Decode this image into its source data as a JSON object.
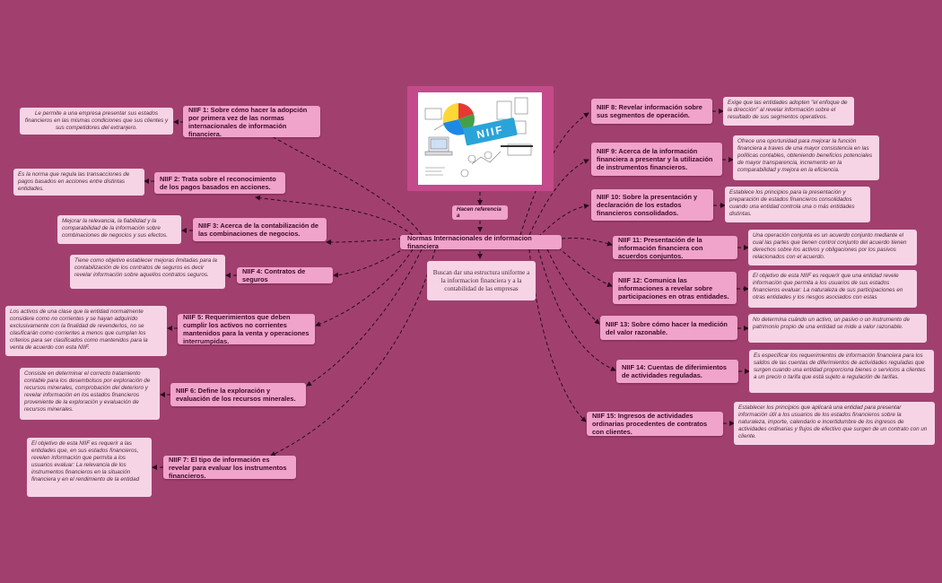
{
  "central": {
    "title": "Normas Internacionales de informacion financiera",
    "purpose": "Buscan dar una estructura uniforme a la informacion financiera y a la contabilidad de las empresas",
    "reference_label": "Hacen referencia a",
    "image": {
      "badge_text": "NIIF"
    }
  },
  "branches_left": [
    {
      "title": "NIIF 1: Sobre cómo hacer la adopción por primera vez de las normas internacionales de información financiera.",
      "note": "Le permite a una empresa presentar sus estados financieros en las mismas condiciones que sus clientes y sus competidores del extranjero."
    },
    {
      "title": "NIIF 2: Trata sobre el reconocimiento de los pagos basados en acciones.",
      "note": "Es la norma que regula las transacciones de pagos basados en acciones entre distintas entidades."
    },
    {
      "title": "NIIF 3: Acerca de la contabilización de las combinaciones de negocios.",
      "note": "Mejorar la relevancia, la fiabilidad y la comparabilidad de la información sobre combinaciones de negocios y sus efectos."
    },
    {
      "title": "NIIF 4: Contratos de seguros",
      "note": "Tiene como objetivo establecer mejoras limitadas para la contabilización de los contratos de seguros es decir revelar información sobre aquellos contratos seguros."
    },
    {
      "title": "NIIF 5: Requerimientos que deben cumplir los activos no corrientes mantenidos para la venta y operaciones interrumpidas.",
      "note": "Los activos de una clase que la entidad normalmente considere como no corrientes y se hayan adquirido exclusivamente con la finalidad de revenderlos, no se clasificarán como corrientes a menos que cumplan los criterios para ser clasificados como mantenidos para la venta de acuerdo con esta NIIF."
    },
    {
      "title": "NIIF 6: Define la exploración y evaluación de los recursos minerales.",
      "note": "Consiste en determinar el correcto tratamiento contable para los desembolsos por exploración de recursos minerales, comprobación del deterioro y revelar información en los estados financieros proveniente de la exploración y evaluación de recursos minerales."
    },
    {
      "title": "NIIF 7: El tipo de información es revelar para evaluar los instrumentos financieros.",
      "note": "El objetivo de esta NIIF es requerir a las entidades que, en sus estados financieros, revelen información que permita a los usuarios evaluar: La relevancia de los instrumentos financieros en la situación financiera y en el rendimiento de la entidad"
    }
  ],
  "branches_right": [
    {
      "title": "NIIF 8: Revelar información sobre sus segmentos de operación.",
      "note": "Exige que las entidades adopten \"el enfoque de la dirección\" al revelar información sobre el resultado de sus segmentos operativos."
    },
    {
      "title": "NIIF 9: Acerca de la información financiera a presentar y la utilización de instrumentos financieros.",
      "note": "Ofrece una oportunidad para mejorar la función financiera a traves de una mayor consistencia en las políticas contables, obteniendo beneficios potenciales de mayor transparencia, incremento en la comparabilidad y mejora en la eficiencia."
    },
    {
      "title": "NIIF 10: Sobre la presentación y declaración de los estados financieros consolidados.",
      "note": "Establece los principios para la presentación y preparación de estados financieros consolidados cuando una entidad controla una o más entidades distintas."
    },
    {
      "title": "NIIF 11: Presentación de la información financiera con acuerdos conjuntos.",
      "note": "Una operación conjunta es un acuerdo conjunto mediante el cual las partes que tienen control conjunto del acuerdo tienen derechos sobre los activos y obligaciones por los pasivos relacionados con el acuerdo."
    },
    {
      "title": "NIIF 12: Comunica las informaciones a revelar sobre participaciones en otras entidades.",
      "note": "El objetivo de esta NIIF es requerir que una entidad revele información que permita a los usuarios de sus estados financieros evaluar: La naturaleza de sus participaciones en otras entidades y los riesgos asociados con estas"
    },
    {
      "title": "NIIF 13: Sobre cómo hacer la medición del valor razonable.",
      "note": "No determina cuándo un activo, un pasivo o un instrumento de patrimonio propio de una entidad se mide a valor razonable."
    },
    {
      "title": "NIIF 14: Cuentas de diferimientos de actividades reguladas.",
      "note": "Es especificar los requerimientos de información financiera para los saldos de las cuentas de diferimientos de actividades reguladas que surgen cuando una entidad proporciona bienes o servicios a clientes a un precio o tarifa que está sujeto a regulación de tarifas."
    },
    {
      "title": "NIIF 15: Ingresos de actividades ordinarias procedentes de contratos con clientes.",
      "note": "Establecer los principios que aplicará una entidad para presentar información útil a los usuarios de los estados financieros sobre la naturaleza, importe, calendario e incertidumbre de los ingresos de actividades ordinarias y flujos de efectivo que surgen de un contrato con un cliente."
    }
  ],
  "colors": {
    "background": "#a1406f",
    "node": "#f0a3cb",
    "note": "#f6d4e6",
    "image_frame": "#c54a8b",
    "connector": "#2a0a1a"
  }
}
